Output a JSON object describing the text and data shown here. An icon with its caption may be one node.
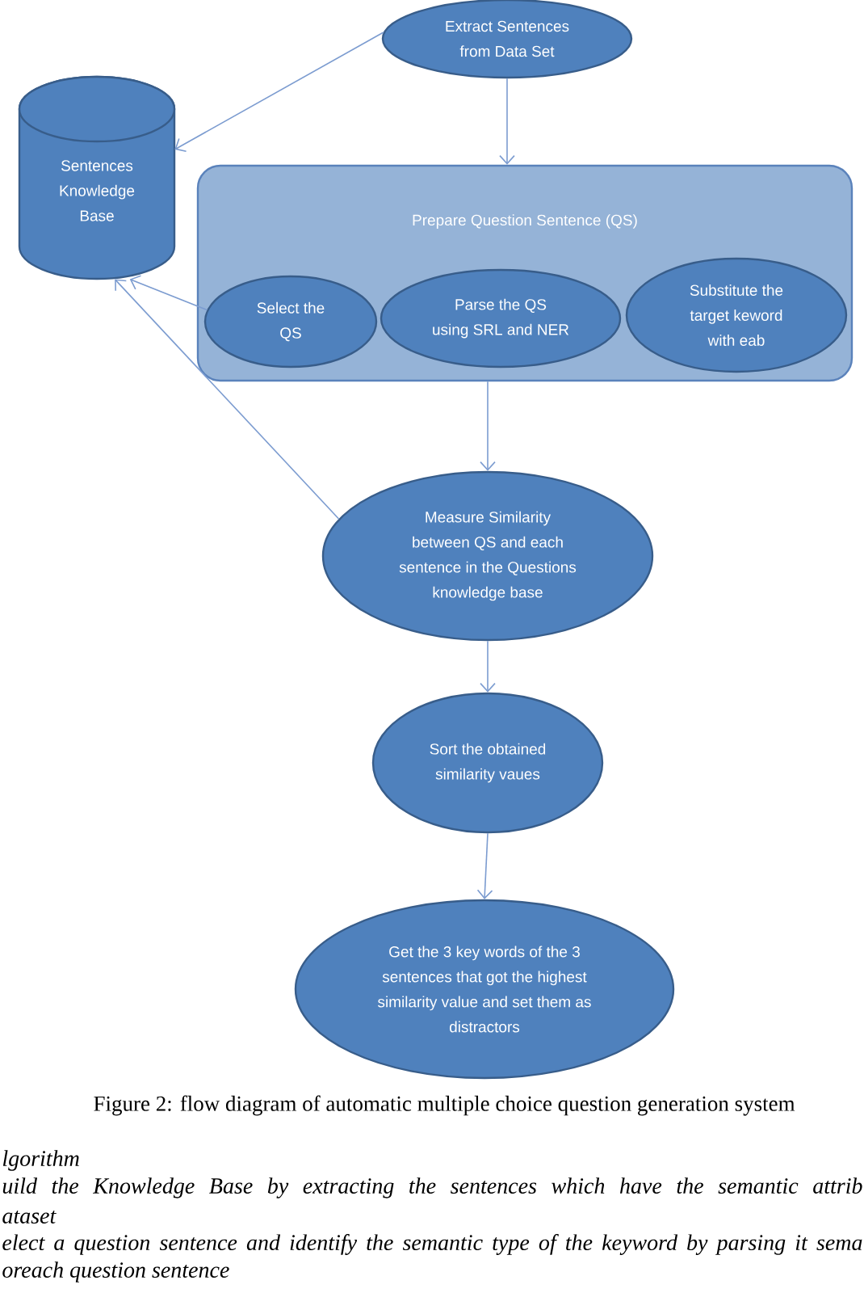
{
  "diagram": {
    "caption": "Figure 2: flow diagram of automatic multiple choice question generation system",
    "nodes": [
      {
        "text": [
          "Extract Sentences from Data Set"
        ]
      },
      {
        "text": [
          "Sentences Knowledge Base"
        ]
      },
      {
        "text": [
          "Prepare Question Sentence (QS)"
        ]
      },
      {
        "text": [
          "Select the QS"
        ],
        "in": 2
      },
      {
        "text": [
          "Parse the QS using SRL and NER"
        ],
        "in": 2
      },
      {
        "text": [
          "Substitute the target keword with eab"
        ],
        "in": 2
      },
      {
        "text": [
          "Measure Similarity between QS and each sentence in the Questions knowledge base"
        ]
      },
      {
        "text": [
          "Sort the obtained similarity vaues"
        ]
      },
      {
        "text": [
          "Get the 3 key words of the 3 sentences that got the highest similarity value and set them as distractors"
        ]
      }
    ],
    "edges": [
      {
        "from": 0,
        "to": 1,
        "arrow": "to"
      },
      {
        "from": 0,
        "to": 2,
        "arrow": "to"
      },
      {
        "from": 3,
        "to": 1,
        "arrow": "to"
      },
      {
        "from": 6,
        "to": 1,
        "arrow": "to"
      },
      {
        "from": 2,
        "to": 6,
        "arrow": "to"
      },
      {
        "from": 6,
        "to": 7,
        "arrow": "to"
      },
      {
        "from": 7,
        "to": 8,
        "arrow": "to"
      }
    ],
    "labels": [
      "lgorithm",
      "uild the Knowledge Base by extracting the sentences which have the semantic attrib",
      "ataset",
      "elect a question sentence and identify the semantic type of the keyword by parsing it sema",
      "oreach question sentence"
    ]
  }
}
